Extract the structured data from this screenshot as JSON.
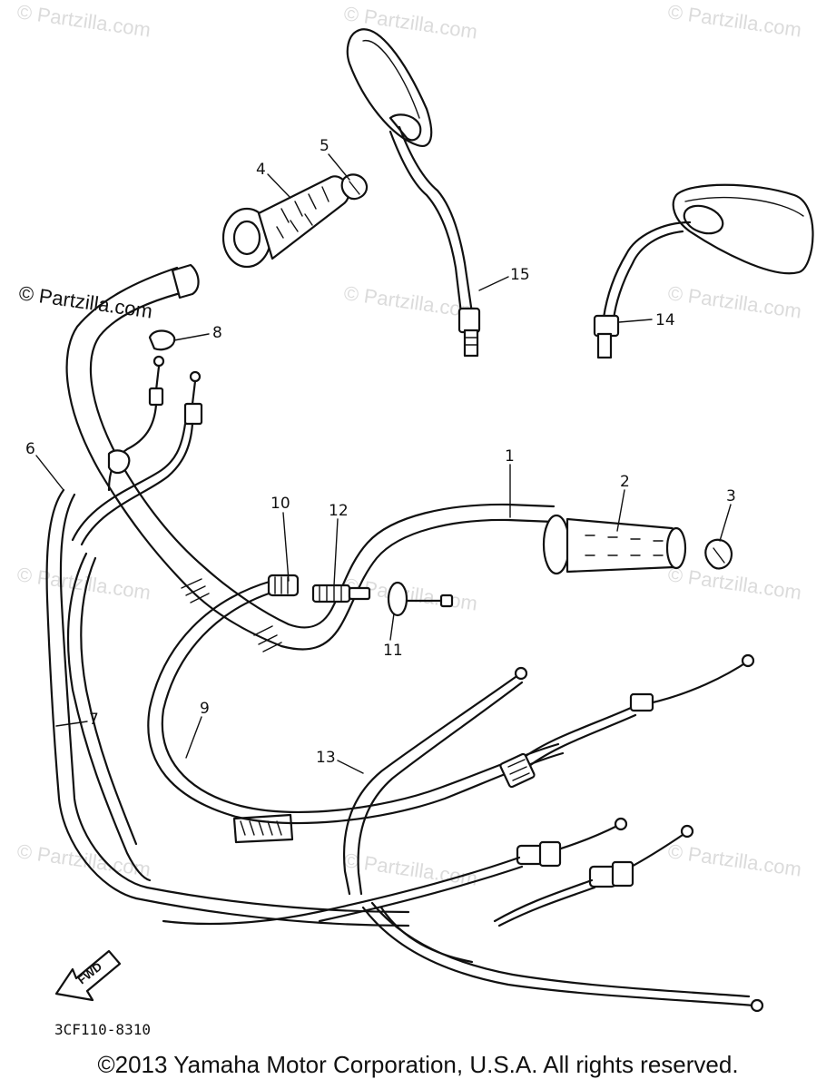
{
  "diagram": {
    "part_numbers": [
      "1",
      "2",
      "3",
      "4",
      "5",
      "6",
      "7",
      "8",
      "9",
      "10",
      "11",
      "12",
      "13",
      "14",
      "15"
    ],
    "diagram_code": "3CF110-8310",
    "fwd_label": "FWD"
  },
  "watermarks": {
    "brand": "© Partzilla.com",
    "prominent": "© Partzilla.com"
  },
  "footer": {
    "copyright": "©2013 Yamaha Motor Corporation, U.S.A. All rights reserved."
  }
}
